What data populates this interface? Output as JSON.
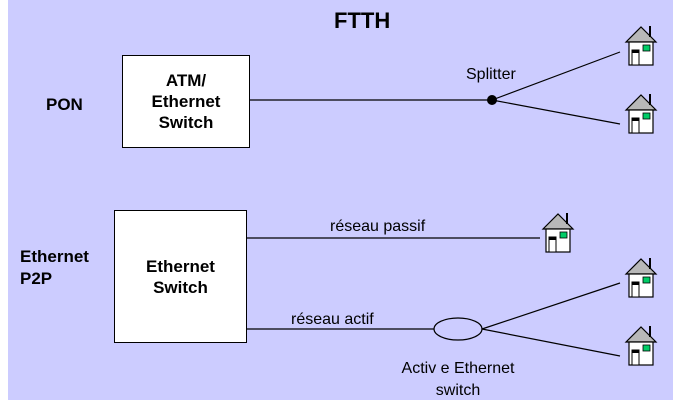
{
  "title": "FTTH",
  "pon": {
    "section_label": "PON",
    "switch_lines": [
      "ATM/",
      "Ethernet",
      "Switch"
    ],
    "splitter_label": "Splitter"
  },
  "p2p": {
    "section_label_lines": [
      "Ethernet",
      "P2P"
    ],
    "switch_lines": [
      "Ethernet",
      "Switch"
    ],
    "passive_label": "réseau passif",
    "active_label": "réseau actif",
    "active_switch_lines": [
      "Activ e Ethernet",
      "switch"
    ]
  },
  "colors": {
    "background": "#ccccff",
    "house_roof": "#b8b8b8",
    "house_window": "#00cc66"
  },
  "icons": [
    "house-icon"
  ]
}
